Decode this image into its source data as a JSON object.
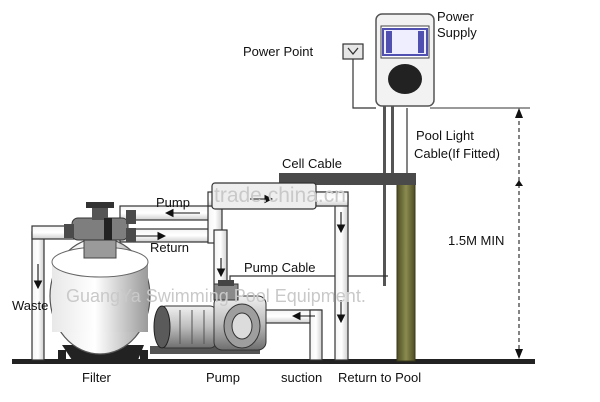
{
  "labels": {
    "power_supply_line1": "Power",
    "power_supply_line2": "Supply",
    "power_point": "Power Point",
    "pool_light_line1": "Pool Light",
    "pool_light_line2": "Cable(If Fitted)",
    "cell_cable": "Cell Cable",
    "pump_flow": "Pump",
    "return_flow": "Return",
    "height": "1.5M MIN",
    "pump_cable": "Pump  Cable",
    "waste": "Waste",
    "filter": "Filter",
    "pump": "Pump",
    "suction": "suction",
    "return_to_pool": "Return to Pool"
  },
  "watermarks": {
    "site": "trade.china.cn",
    "company": "GuangYa Swimming Pool Equipment."
  },
  "colors": {
    "pipe_fill": "#ffffff",
    "pipe_stroke": "#333333",
    "post_fill": "#6b6b3a",
    "screen_blue": "#5050b0",
    "ground": "#222222",
    "watermark": "#c9c9c9"
  }
}
